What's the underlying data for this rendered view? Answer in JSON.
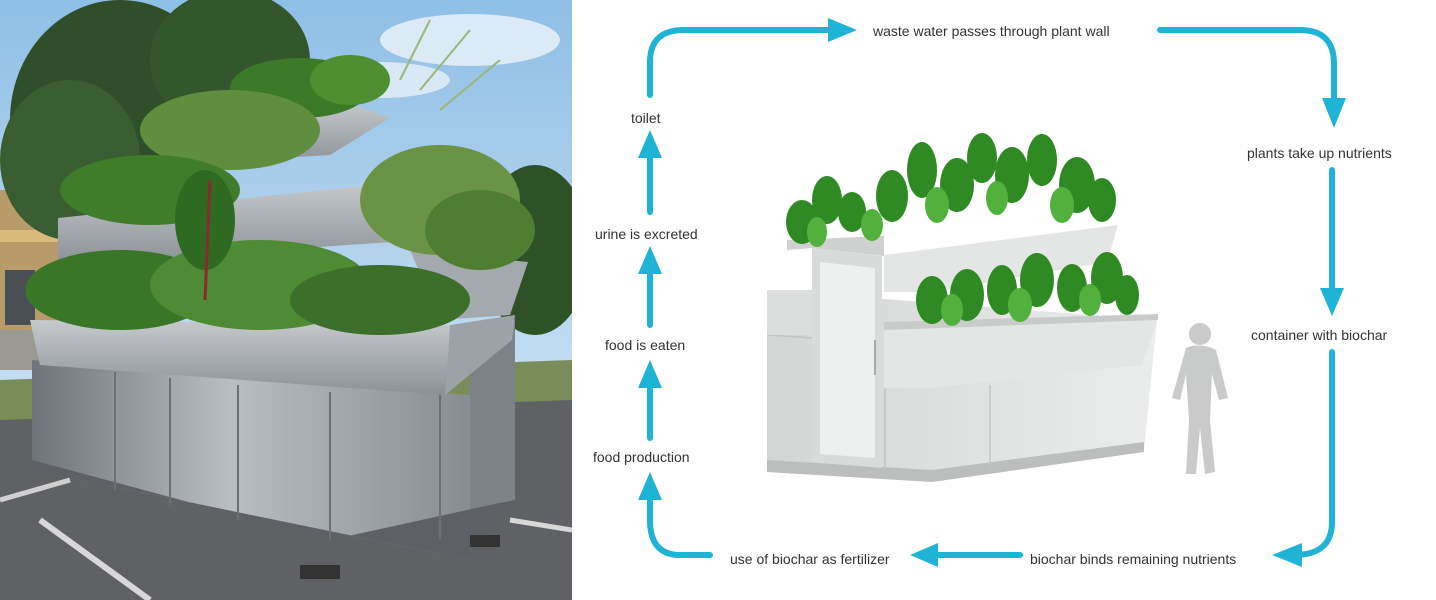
{
  "colors": {
    "arrow": "#1fb3d6",
    "label_text": "#333333",
    "sky": "#b9d7f0",
    "steel": "#a8adb1",
    "foliage": "#3f7d2b",
    "container_body": "#e3e5e4",
    "person_silhouette": "#c9cbcb"
  },
  "diagram": {
    "steps": [
      {
        "id": "waste-water",
        "label": "waste water passes through plant wall"
      },
      {
        "id": "plants-uptake",
        "label": "plants take up nutrients"
      },
      {
        "id": "container",
        "label": "container with biochar"
      },
      {
        "id": "biochar-binds",
        "label": "biochar binds remaining nutrients"
      },
      {
        "id": "fertilizer",
        "label": "use of biochar as fertilizer"
      },
      {
        "id": "food-production",
        "label": "food production"
      },
      {
        "id": "food-eaten",
        "label": "food is eaten"
      },
      {
        "id": "urine",
        "label": "urine is excreted"
      },
      {
        "id": "toilet",
        "label": "toilet"
      }
    ]
  }
}
